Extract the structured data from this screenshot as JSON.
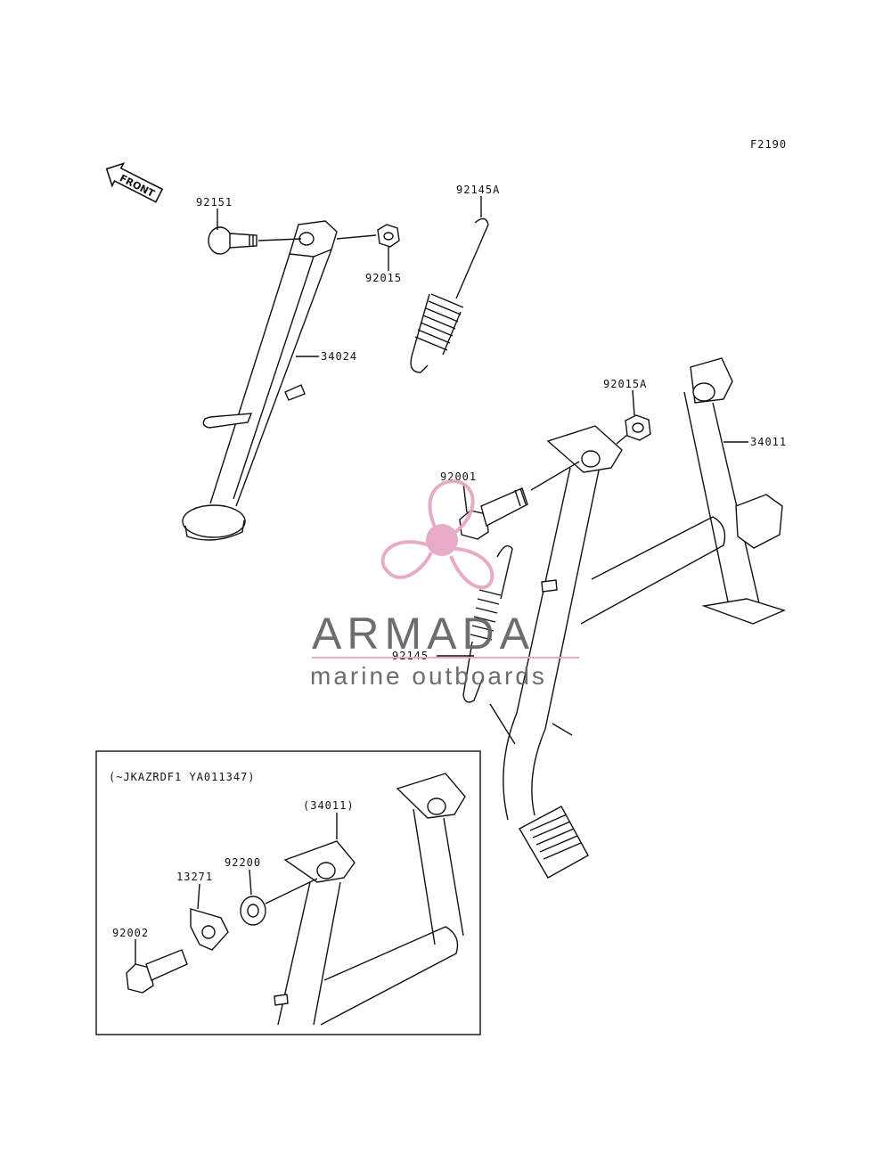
{
  "figure_code": "F2190",
  "front_arrow_label": "FRONT",
  "parts": {
    "p92151": "92151",
    "p92015": "92015",
    "p34024": "34024",
    "p92145A": "92145A",
    "p92015A": "92015A",
    "p34011": "34011",
    "p92001": "92001",
    "p92145": "92145"
  },
  "inset": {
    "caption": "(~JKAZRDF1 YA011347)",
    "p34011_ref": "(34011)",
    "p92200": "92200",
    "p13271": "13271",
    "p92002": "92002"
  },
  "watermark": {
    "brand": "ARMADA",
    "tagline": "marine outboards",
    "colors": {
      "pink": "#e6a7c5",
      "gray": "#666666"
    }
  }
}
